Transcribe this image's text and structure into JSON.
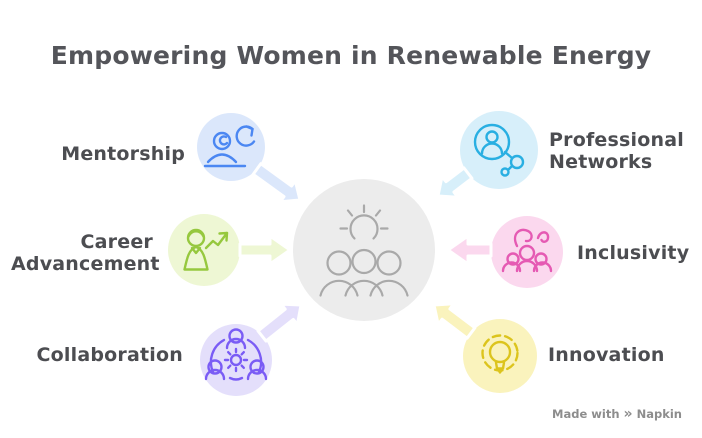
{
  "title": "Empowering Women in Renewable Energy",
  "center": {
    "name": "empowered-team",
    "bg": "#ececec",
    "stroke": "#a9a9a9",
    "icon": "team-under-sun-icon"
  },
  "nodes": [
    {
      "label": "Mentorship",
      "bg": "#dbe7fb",
      "stroke": "#4b87f2",
      "icon": "person-cycle-icon"
    },
    {
      "label": "Career Advancement",
      "bg": "#eef7d4",
      "stroke": "#96c83e",
      "icon": "woman-growth-arrow-icon"
    },
    {
      "label": "Collaboration",
      "bg": "#e4dffb",
      "stroke": "#7a5cf5",
      "icon": "team-gear-icon"
    },
    {
      "label": "Professional Networks",
      "bg": "#d7effa",
      "stroke": "#29afe2",
      "icon": "person-network-icon"
    },
    {
      "label": "Inclusivity",
      "bg": "#fbd8ee",
      "stroke": "#e55ab3",
      "icon": "diverse-group-icon"
    },
    {
      "label": "Innovation",
      "bg": "#faf3bd",
      "stroke": "#dcc41d",
      "icon": "gear-lightbulb-icon"
    }
  ],
  "watermark": {
    "prefix": "Made with",
    "brand": "Napkin",
    "logo_glyph": "»"
  }
}
